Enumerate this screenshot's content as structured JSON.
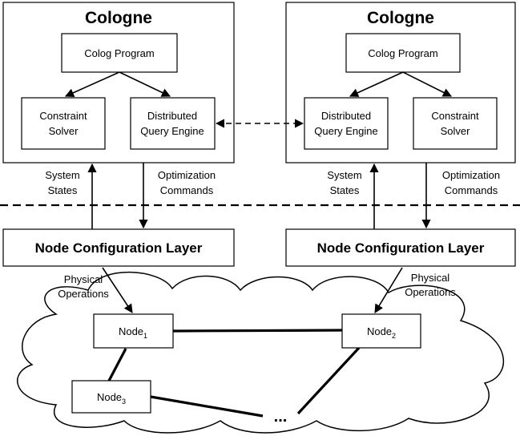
{
  "left_cologne": {
    "title": "Cologne",
    "colog_program": "Colog Program",
    "constraint_solver": [
      "Constraint",
      "Solver"
    ],
    "query_engine": [
      "Distributed",
      "Query Engine"
    ],
    "system_states": [
      "System",
      "States"
    ],
    "optimization_commands": [
      "Optimization",
      "Commands"
    ],
    "node_config_layer": "Node Configuration Layer",
    "physical_operations": [
      "Physical",
      "Operations"
    ]
  },
  "right_cologne": {
    "title": "Cologne",
    "colog_program": "Colog Program",
    "constraint_solver": [
      "Constraint",
      "Solver"
    ],
    "query_engine": [
      "Distributed",
      "Query Engine"
    ],
    "system_states": [
      "System",
      "States"
    ],
    "optimization_commands": [
      "Optimization",
      "Commands"
    ],
    "node_config_layer": "Node Configuration Layer",
    "physical_operations": [
      "Physical",
      "Operations"
    ]
  },
  "network": {
    "node1": {
      "name": "Node",
      "sub": "1"
    },
    "node2": {
      "name": "Node",
      "sub": "2"
    },
    "node3": {
      "name": "Node",
      "sub": "3"
    },
    "ellipsis": "..."
  }
}
